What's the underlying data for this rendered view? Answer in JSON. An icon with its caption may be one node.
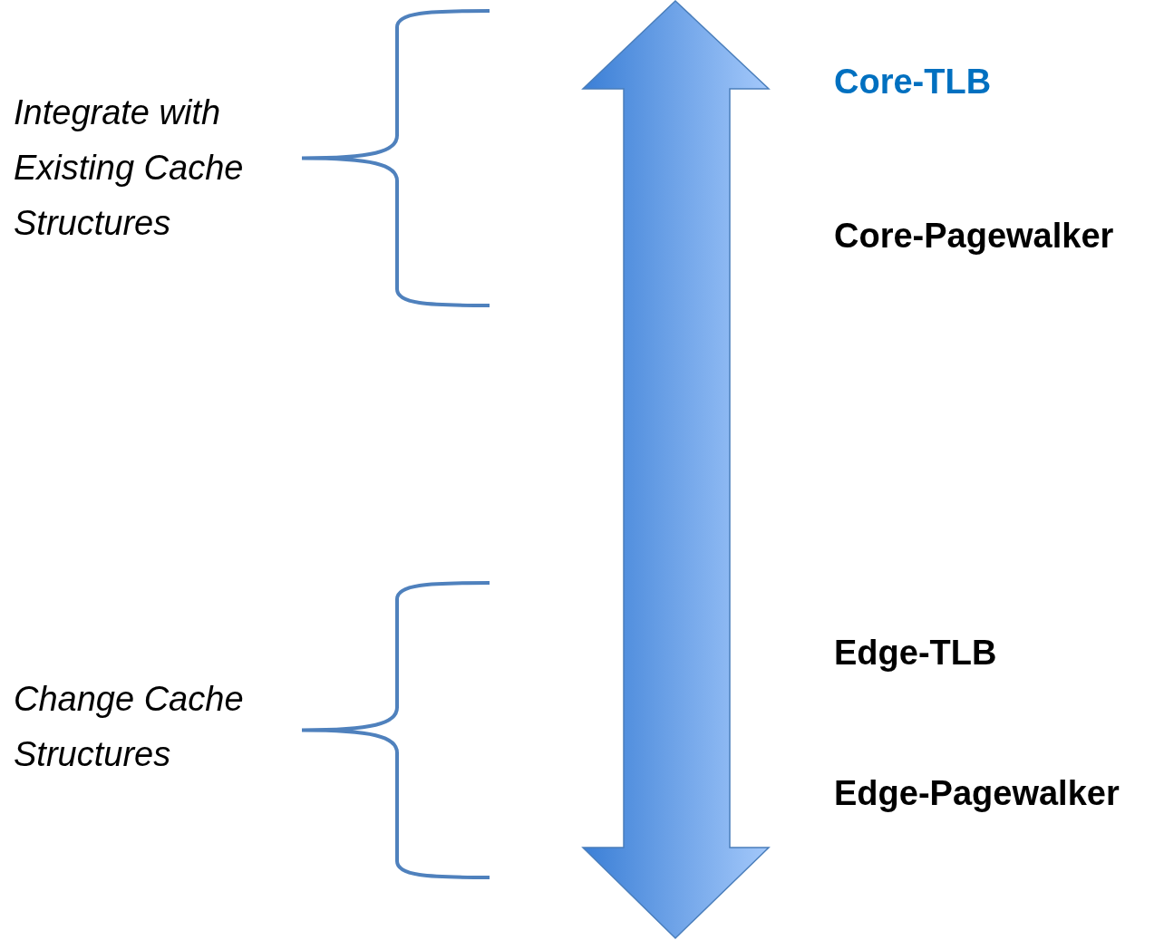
{
  "diagram": {
    "labels": [
      "Integrate with Existing Cache Structures",
      "Change Cache Structures",
      "Core-TLB",
      "Core-Pagewalker",
      "Edge-TLB",
      "Edge-Pagewalker"
    ]
  }
}
